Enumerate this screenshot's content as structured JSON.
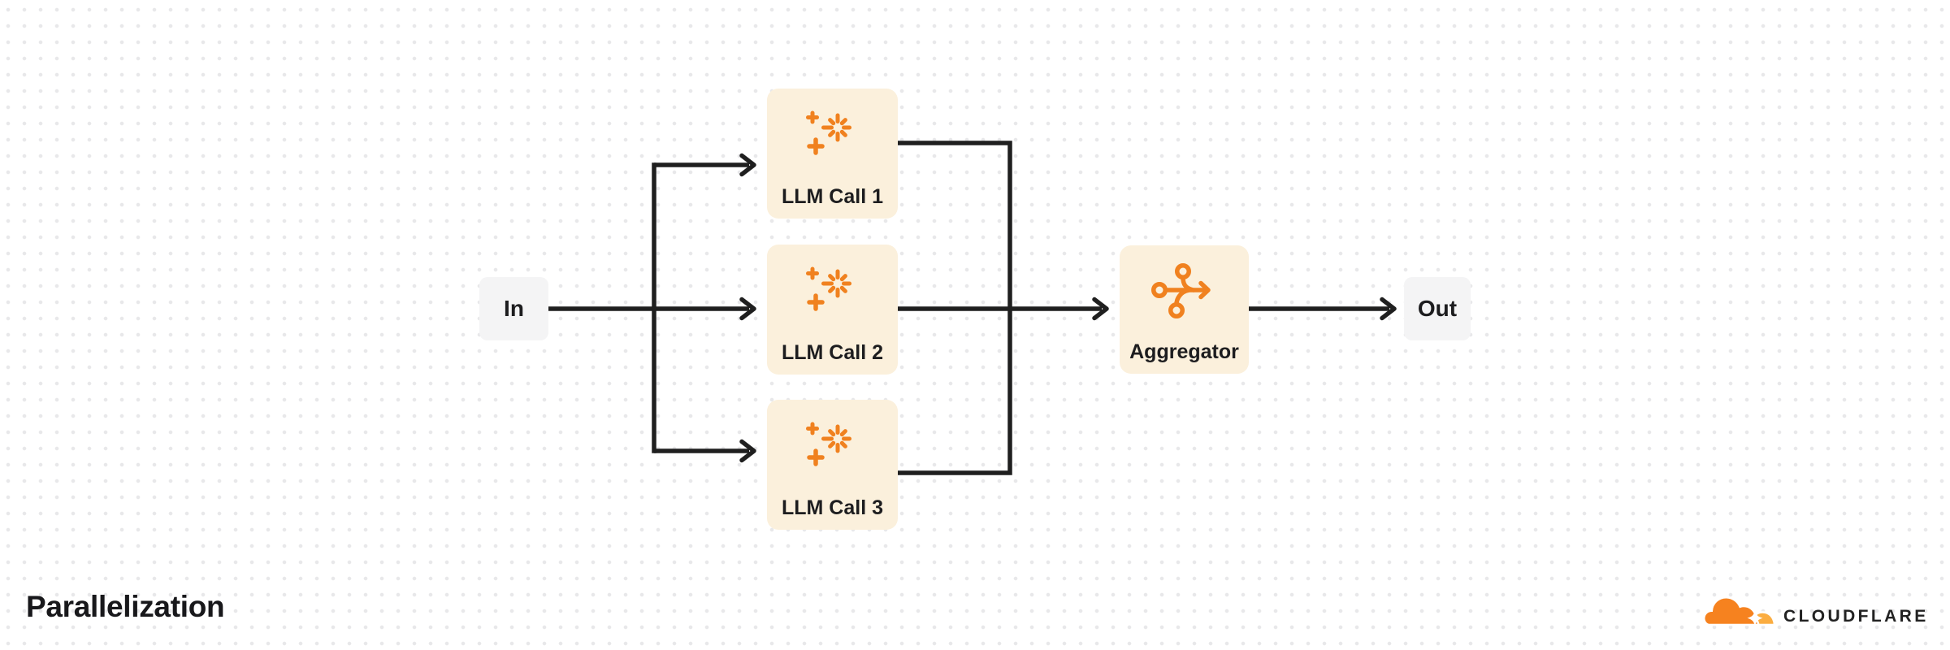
{
  "title": "Parallelization",
  "brand": {
    "name": "CLOUDFLARE"
  },
  "diagram": {
    "nodes": [
      {
        "id": "in",
        "label": "In",
        "type": "io"
      },
      {
        "id": "llm-call-1",
        "label": "LLM Call 1",
        "type": "llm",
        "icon": "sparkle-icon"
      },
      {
        "id": "llm-call-2",
        "label": "LLM Call 2",
        "type": "llm",
        "icon": "sparkle-icon"
      },
      {
        "id": "llm-call-3",
        "label": "LLM Call 3",
        "type": "llm",
        "icon": "sparkle-icon"
      },
      {
        "id": "aggregator",
        "label": "Aggregator",
        "type": "aggregator",
        "icon": "merge-icon"
      },
      {
        "id": "out",
        "label": "Out",
        "type": "io"
      }
    ],
    "edges": [
      {
        "from": "in",
        "to": "llm-call-1"
      },
      {
        "from": "in",
        "to": "llm-call-2"
      },
      {
        "from": "in",
        "to": "llm-call-3"
      },
      {
        "from": "llm-call-1",
        "to": "aggregator"
      },
      {
        "from": "llm-call-2",
        "to": "aggregator"
      },
      {
        "from": "llm-call-3",
        "to": "aggregator"
      },
      {
        "from": "aggregator",
        "to": "out"
      }
    ]
  },
  "colors": {
    "task_fill": "#FBF0DC",
    "io_fill": "#F4F4F5",
    "accent_orange": "#F0811F",
    "logo_orange": "#F6821F",
    "logo_light_orange": "#FBAD41",
    "line": "#1F1F1F",
    "text": "#1D1D1F",
    "dot": "#E8E8EA"
  }
}
